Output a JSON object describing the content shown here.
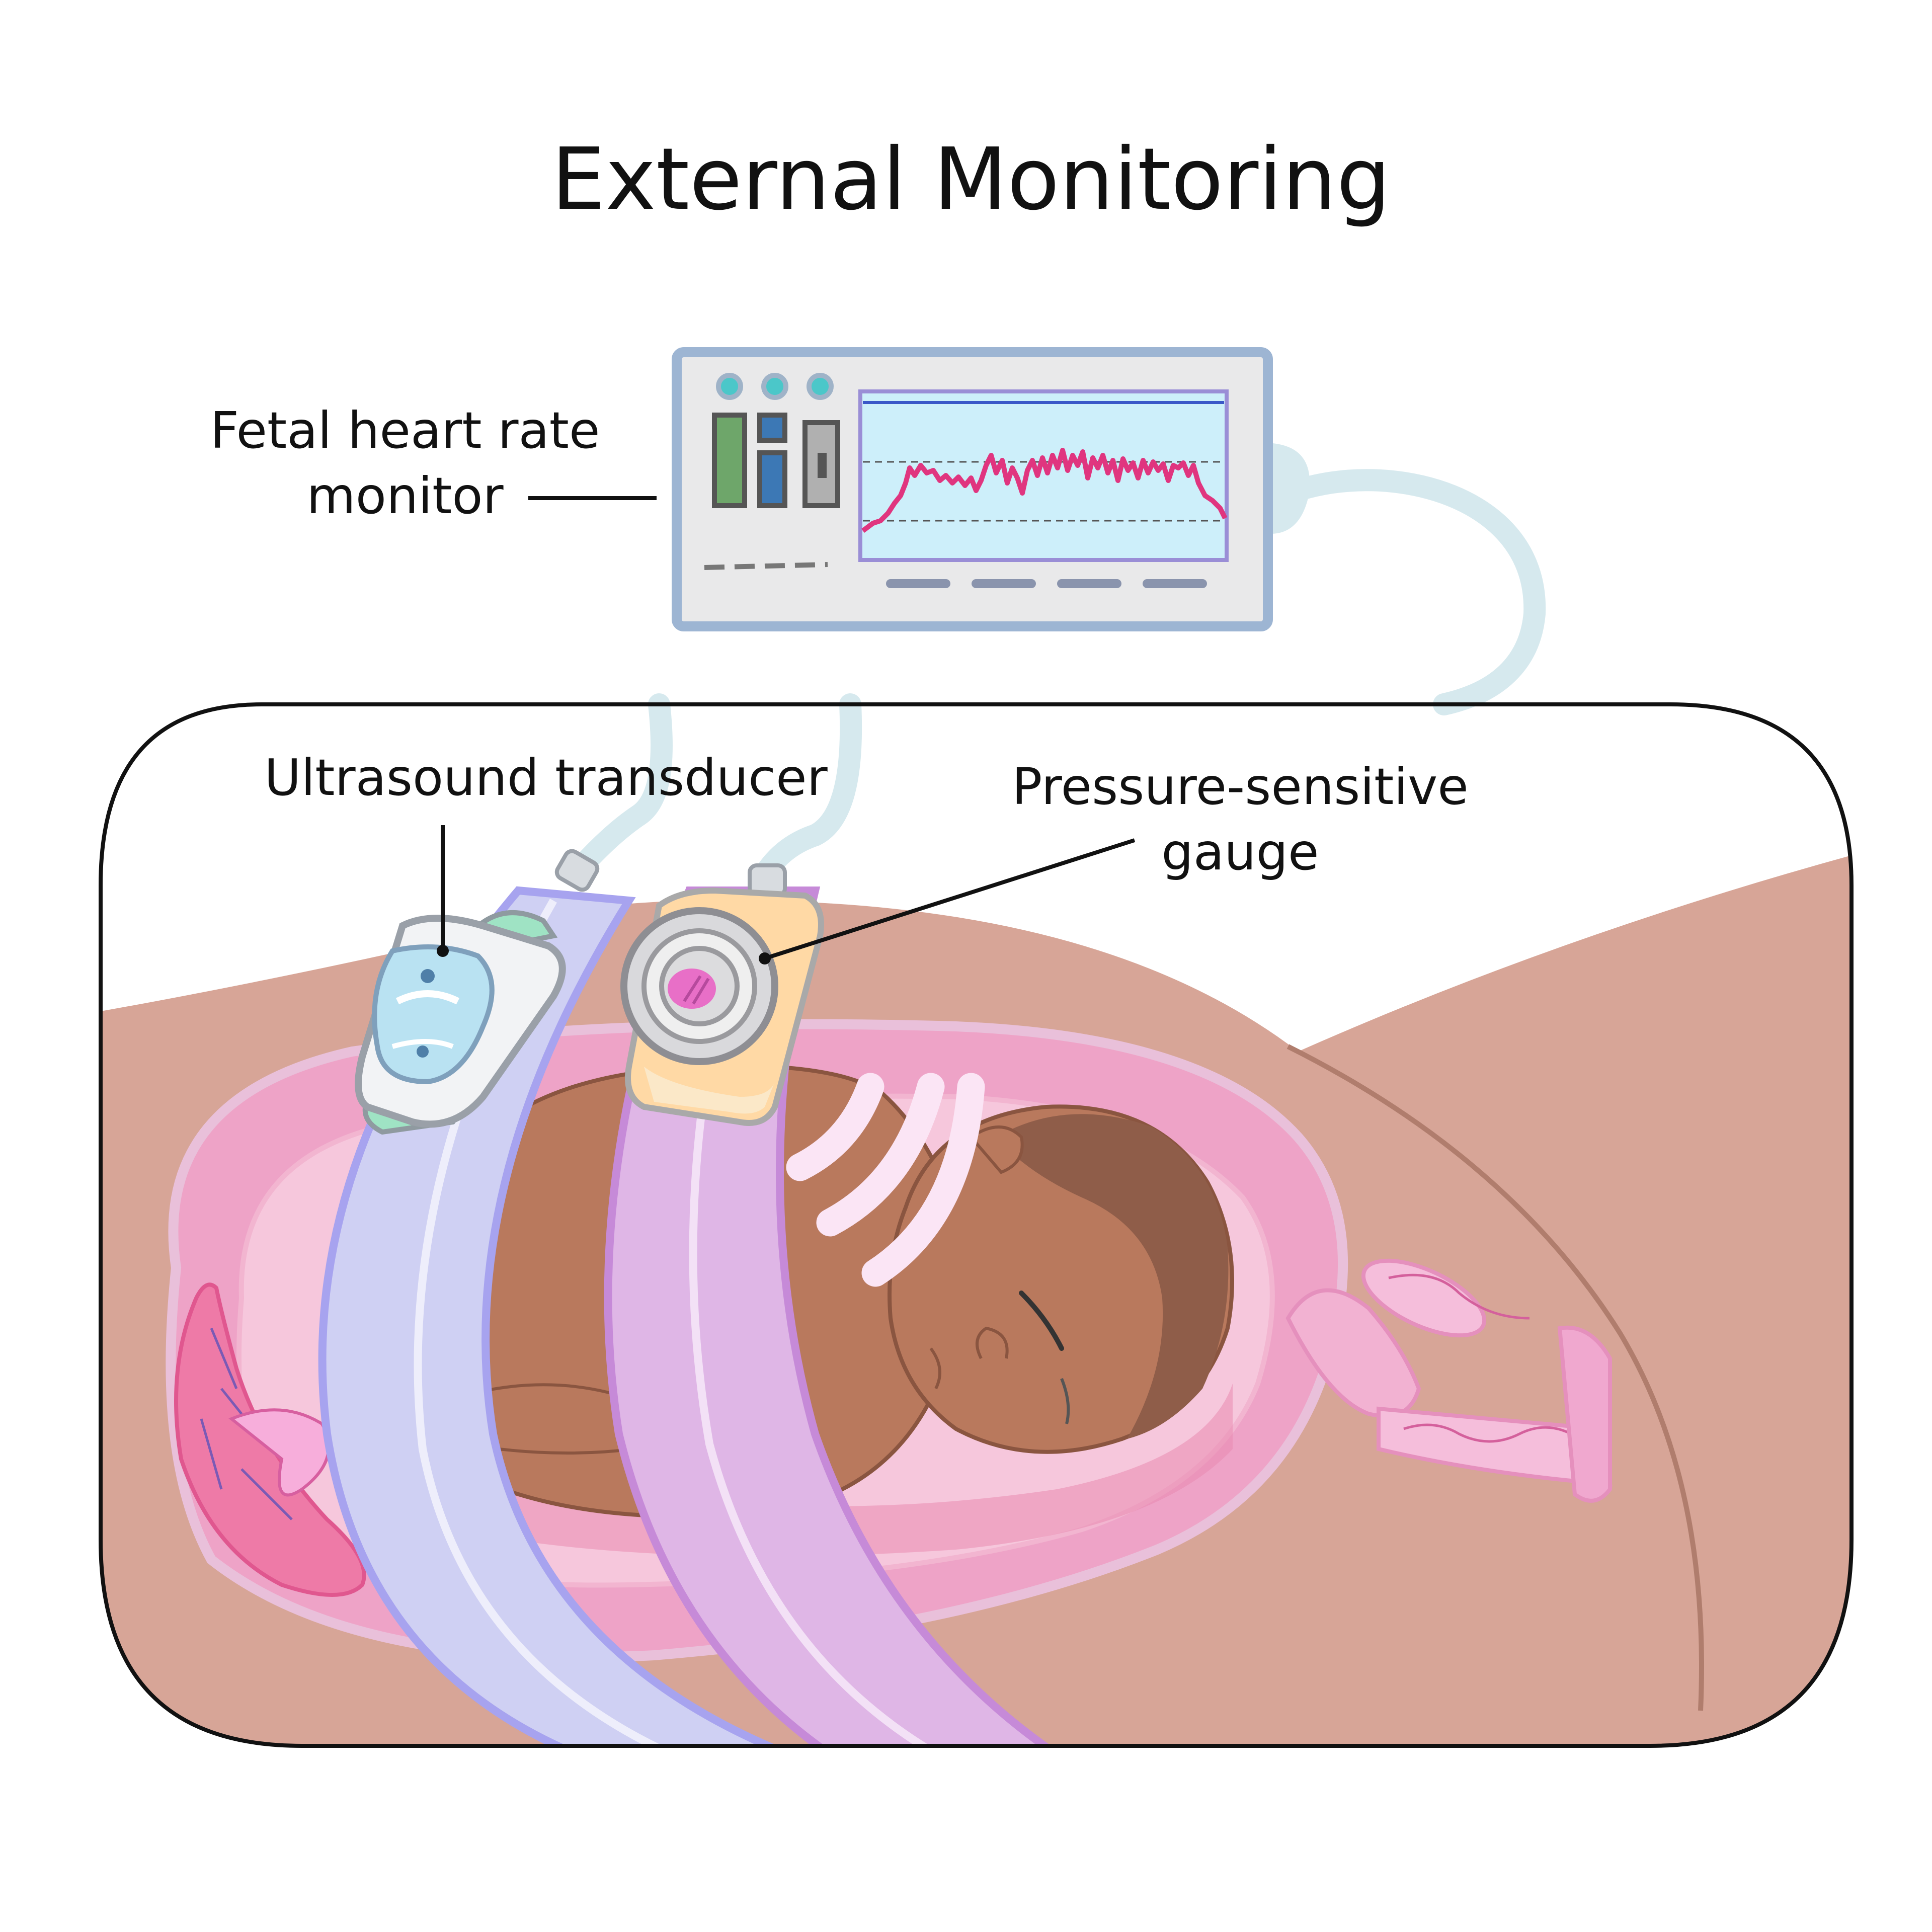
{
  "title": "External Monitoring",
  "labels": {
    "monitor": [
      "Fetal heart rate",
      "monitor"
    ],
    "ultrasound": "Ultrasound transducer",
    "pressure": [
      "Pressure-sensitive",
      "gauge"
    ]
  },
  "colors": {
    "skin": "#d7a597",
    "skin_outline": "#b07d6d",
    "uterus": "#eea3c7",
    "amniotic": "#f6c7dc",
    "placenta": "#ee7aa7",
    "baby_skin": "#b9795d",
    "baby_hair": "#8f5d49",
    "ultrasound_belt": "#cfd0f3",
    "pressure_belt": "#dfb6e6",
    "monitor_screen": "#cdeffa",
    "trace": "#e0357f",
    "cable": "#d6e9ee"
  },
  "icons": [
    "ultrasound-transducer-icon",
    "pressure-gauge-icon",
    "fetus-icon",
    "placenta-icon",
    "ultrasound-waves-icon",
    "monitor-device-icon"
  ]
}
